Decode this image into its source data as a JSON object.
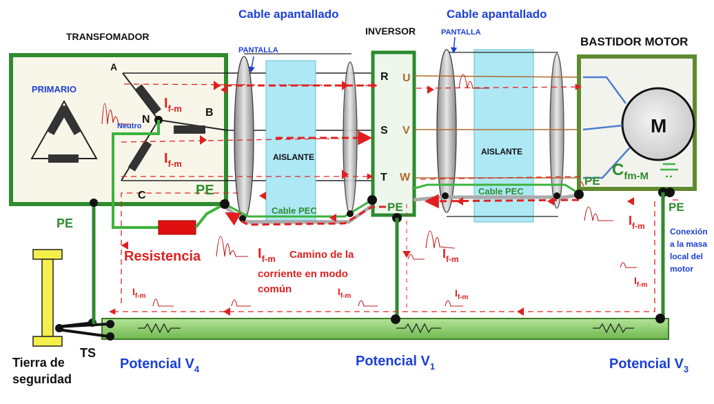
{
  "labels": {
    "transformer_title": "TRANSFOMADOR",
    "primary": "PRIMARIO",
    "phase_a": "A",
    "phase_b": "B",
    "phase_c": "C",
    "neutral_n": "N",
    "neutral_word": "Neutro",
    "pe_transformer": "PE",
    "pe_left": "PE",
    "resistance": "Resistencia",
    "safety_ground_line1": "Tierra de",
    "safety_ground_line2": "seguridad",
    "ts": "TS",
    "cable1_title": "Cable apantallado",
    "cable1_shield": "PANTALLA",
    "cable1_insulation": "AISLANTE",
    "cable1_pec": "Cable PEC",
    "inverter_title": "INVERSOR",
    "inv_r": "R",
    "inv_s": "S",
    "inv_t": "T",
    "inv_u": "U",
    "inv_v": "V",
    "inv_w": "W",
    "pe_inverter": "PE",
    "cable2_title": "Cable apantallado",
    "cable2_shield": "PANTALLA",
    "cable2_insulation": "AISLANTE",
    "cable2_pec": "Cable PEC",
    "motor_frame_title": "BASTIDOR MOTOR",
    "motor_m": "M",
    "cap_c": "C",
    "cap_sub": "fm-M",
    "pe_motor_a": "PE",
    "pe_motor_b": "PE",
    "motor_local_conn": [
      "Conexión",
      "a la masa",
      "local del",
      "motor"
    ],
    "path_caption": [
      "Camino de la",
      "corriente en  modo",
      "común"
    ],
    "potential_word": "Potencial V",
    "potential_v4_sub": "4",
    "potential_v1_sub": "1",
    "potential_v3_sub": "3"
  },
  "current_label": {
    "main": "I",
    "sub": "f-m"
  },
  "colors": {
    "frame_green": "#2e8b2e",
    "pe_wire_green": "#3cb33c",
    "ground_bar": "#88cc66",
    "current_red": "#e02020",
    "label_blue": "#1a3fd6",
    "insulator_cyan": "#aee8f4",
    "phase_brown": "#b06a2a",
    "motor_blue": "#4a7ccf",
    "resistor_red": "#e01010",
    "rail_yellow": "#f4ef4a"
  },
  "icons": [
    "delta-winding-icon",
    "wye-winding-icon",
    "motor-icon",
    "capacitor-icon",
    "ground-rod-icon",
    "resistor-icon",
    "current-pulse-icon"
  ]
}
